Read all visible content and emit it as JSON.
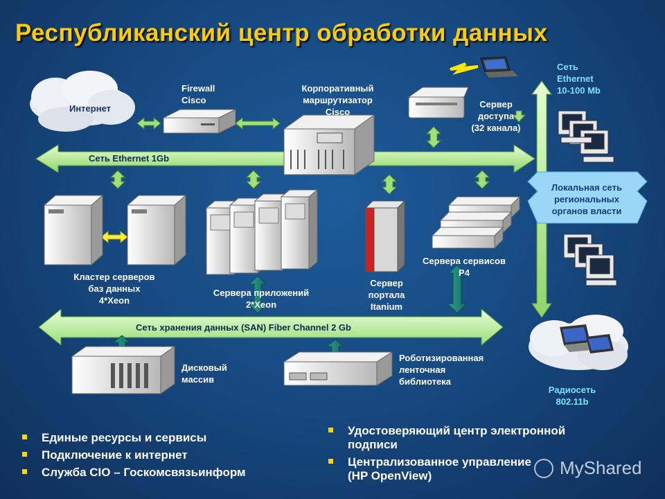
{
  "title": "Республиканский центр обработки данных",
  "labels": {
    "internet": "Интернет",
    "firewall": "Firewall\nCisco",
    "router": "Корпоративный\nмаршрутизатор\nCisco",
    "access_server": "Сервер\nдоступа\n(32 канала)",
    "ethernet_lan": "Сеть\nEthernet\n10-100 Mb",
    "ethernet_1gb": "Сеть Ethernet 1Gb",
    "local_net": "Локальная сеть\nрегиональных\nорганов власти",
    "db_cluster": "Кластер серверов\nбаз данных\n4*Xeon",
    "app_servers": "Сервера приложений\n2*Xeon",
    "portal_server": "Сервер\nпортала\nItanium",
    "service_servers": "Сервера сервисов\nP4",
    "san": "Сеть хранения данных (SAN) Fiber Channel 2 Gb",
    "disk_array": "Дисковый\nмассив",
    "tape_library": "Роботизированная\nленточная\nбиблиотека",
    "radio_net": "Радиосеть\n802.11b"
  },
  "bullets_left": [
    "Единые ресурсы и сервисы",
    "Подключение к интернет",
    "Служба CIO – Госкомсвязьинформ"
  ],
  "bullets_right": [
    "Удостоверяющий центр электронной\nподписи",
    "Централизованное управление\n(HP OpenView)"
  ],
  "watermark": "MyShared",
  "colors": {
    "background": "#174a82",
    "title": "#ffcc00",
    "bus": "#aee88a",
    "san_arrow": "#2a8a7e",
    "cyan_text": "#7fe0ff",
    "bullet": "#ffd700"
  }
}
